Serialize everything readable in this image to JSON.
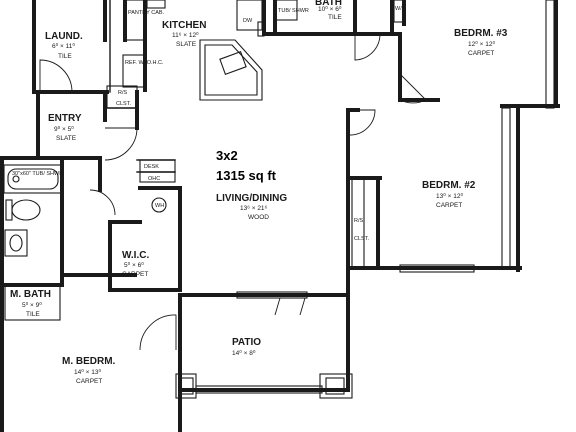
{
  "summary": {
    "bedrooms_baths": "3x2",
    "area": "1315 sq ft"
  },
  "rooms": {
    "laundry": {
      "name": "LAUND.",
      "dims": "6⁰ × 11⁰",
      "material": "TILE"
    },
    "kitchen": {
      "name": "KITCHEN",
      "dims": "11⁶ × 12⁰",
      "material": "SLATE"
    },
    "bath2": {
      "name": "BATH",
      "dims": "10⁰ × 6⁰",
      "material": "TILE"
    },
    "bedroom3": {
      "name": "BEDRM. #3",
      "dims": "12⁰ × 12⁰",
      "material": "CARPET"
    },
    "entry": {
      "name": "ENTRY",
      "dims": "9⁰ × 5⁰",
      "material": "SLATE"
    },
    "living": {
      "name": "LIVING/DINING",
      "dims": "13⁶ × 21⁶",
      "material": "WOOD"
    },
    "bedroom2": {
      "name": "BEDRM. #2",
      "dims": "13⁰ × 12⁰",
      "material": "CARPET"
    },
    "wic": {
      "name": "W.I.C.",
      "dims": "5⁰ × 6⁰",
      "material": "CARPET"
    },
    "mbath": {
      "name": "M. BATH",
      "dims": "5⁰ × 9⁰",
      "material": "TILE"
    },
    "patio": {
      "name": "PATIO",
      "dims": "14⁰ × 8⁰"
    },
    "mbedroom": {
      "name": "M. BEDRM.",
      "dims": "14⁰ × 13⁰",
      "material": "CARPET"
    }
  },
  "fixtures": {
    "pantry": "PANTRY CAB.",
    "ref": "REF. W/ O.H.C.",
    "rs_clst_entry": "R/S",
    "clst_entry": "CLST.",
    "dw": "DW",
    "tub_shwr_bath2": "TUB/ SHWR",
    "desk": "DESK",
    "ohc": "OHC",
    "wh": "WH",
    "tub_mbath": "30\"x60\" TUB/ SHWR",
    "rs_bed2": "R/S",
    "clst_bed2": "CLST.",
    "ws_bed3": "W/S"
  }
}
